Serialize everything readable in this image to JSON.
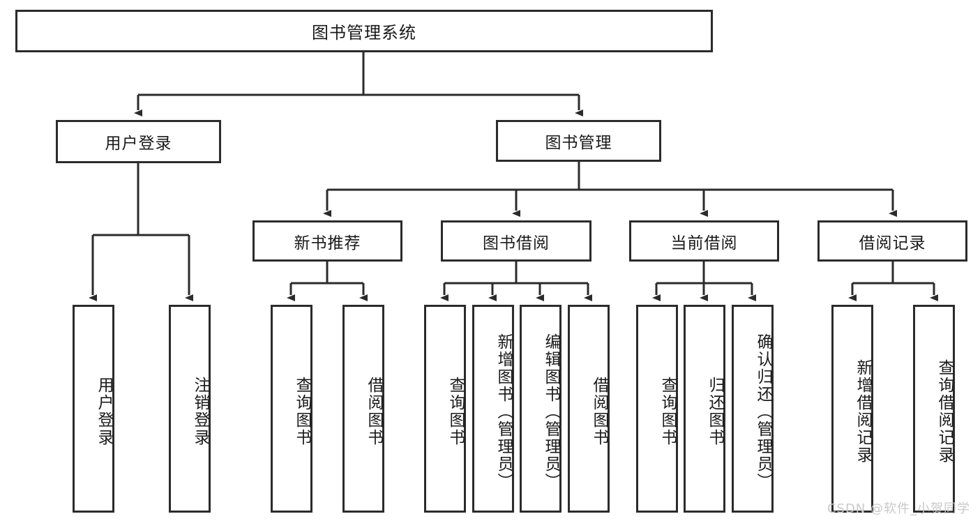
{
  "diagram": {
    "title": "图书管理系统",
    "type": "tree-hierarchy",
    "root": {
      "label": "图书管理系统"
    },
    "level2": [
      {
        "label": "用户登录"
      },
      {
        "label": "图书管理"
      }
    ],
    "level3": [
      {
        "label": "新书推荐"
      },
      {
        "label": "图书借阅"
      },
      {
        "label": "当前借阅"
      },
      {
        "label": "借阅记录"
      }
    ],
    "leaves": {
      "user_login": [
        {
          "label": "用户登录"
        },
        {
          "label": "注销登录"
        }
      ],
      "new_book_recommend": [
        {
          "label": "查询图书"
        },
        {
          "label": "借阅图书"
        }
      ],
      "book_borrow": [
        {
          "label": "查询图书"
        },
        {
          "label": "新增图书（管理员）"
        },
        {
          "label": "编辑图书（管理员）"
        },
        {
          "label": "借阅图书"
        }
      ],
      "current_borrow": [
        {
          "label": "查询图书"
        },
        {
          "label": "归还图书"
        },
        {
          "label": "确认归还（管理员）"
        }
      ],
      "borrow_record": [
        {
          "label": "新增借阅记录"
        },
        {
          "label": "查询借阅记录"
        }
      ]
    }
  },
  "watermark": {
    "text": "CSDN @软件_小贺同学"
  },
  "colors": {
    "border": "#2b2b2b",
    "background": "#ffffff",
    "text": "#1a1a1a",
    "watermark": "#c9c9c9"
  }
}
